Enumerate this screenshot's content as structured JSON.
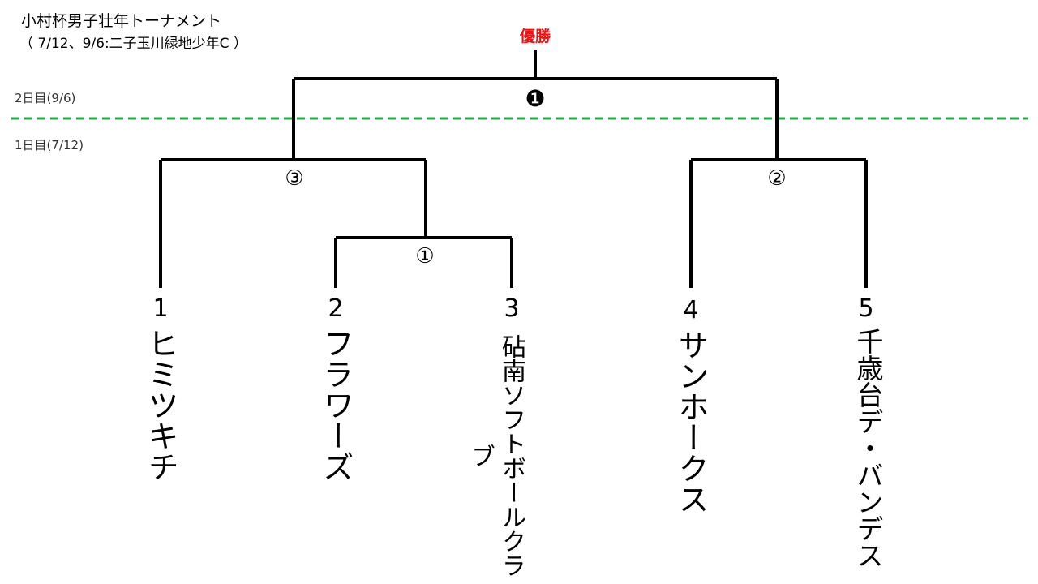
{
  "header": {
    "title": "小村杯男子壮年トーナメント",
    "subtitle": "（ 7/12、9/6:二子玉川緑地少年C ）"
  },
  "days": {
    "day2": "2日目(9/6)",
    "day1": "1日目(7/12)"
  },
  "champion_label": "優勝",
  "matches": {
    "final": "❶",
    "m1": "①",
    "m2": "②",
    "m3": "③"
  },
  "teams": [
    {
      "seed": "1",
      "name": "ヒミツキチ"
    },
    {
      "seed": "2",
      "name": "フラワーズ"
    },
    {
      "seed": "3",
      "name": "砧南ソフトボールクラブ"
    },
    {
      "seed": "4",
      "name": "サンホークス"
    },
    {
      "seed": "5",
      "name": "千歳台デ・バンデス"
    }
  ],
  "colors": {
    "divider": "#22aa44",
    "champion": "#ee1111",
    "lines": "#000000"
  }
}
